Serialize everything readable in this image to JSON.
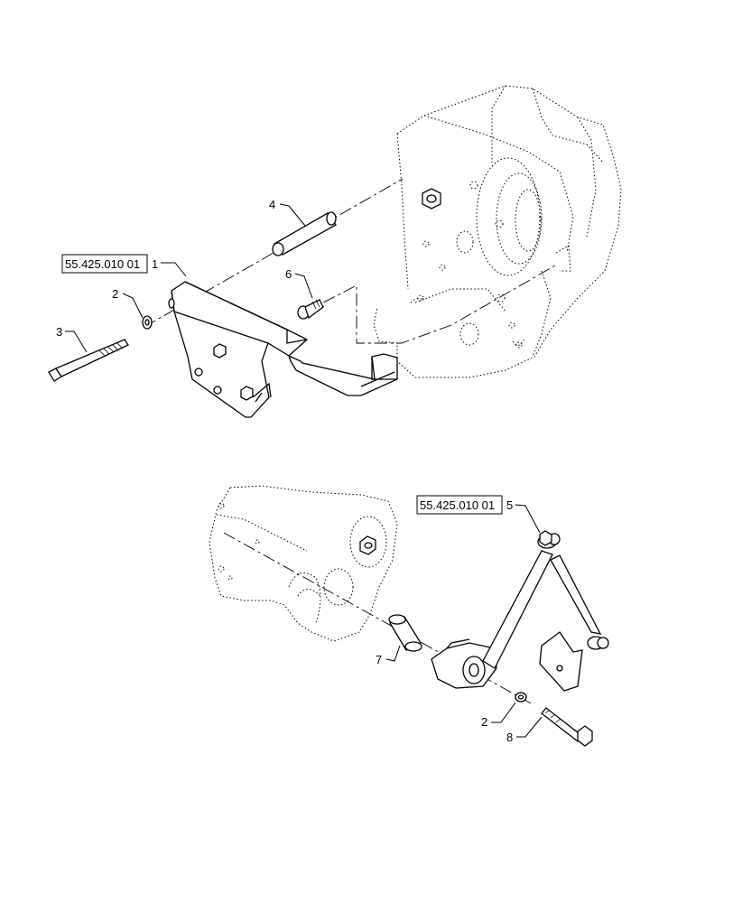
{
  "figure": {
    "upper": {
      "reference_box": "55.425.010 01",
      "callouts": [
        "1",
        "2",
        "3",
        "4",
        "6"
      ]
    },
    "lower": {
      "reference_box": "55.425.010 01",
      "callouts": [
        "5",
        "7",
        "2",
        "8"
      ]
    }
  }
}
